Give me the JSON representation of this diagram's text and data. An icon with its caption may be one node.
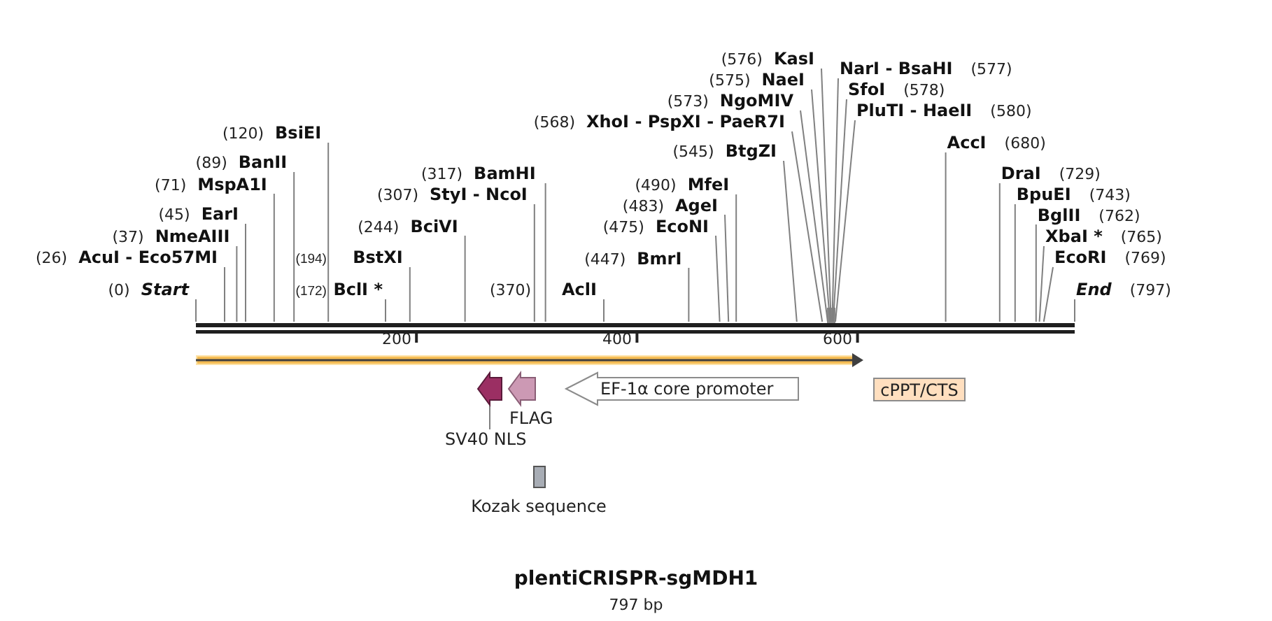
{
  "diagram": {
    "title": "plentiCRISPR-sgMDH1",
    "caption": "797 bp",
    "nodes": [
      {
        "text": [
          "(576)",
          "KasI"
        ]
      },
      {
        "text": [
          "NarI - BsaHI",
          "(577)"
        ]
      },
      {
        "text": [
          "(575)",
          "NaeI"
        ]
      },
      {
        "text": [
          "SfoI",
          "(578)"
        ]
      },
      {
        "text": [
          "(573)",
          "NgoMIV"
        ]
      },
      {
        "text": [
          "PluTI - HaeII",
          "(580)"
        ]
      },
      {
        "text": [
          "(568)",
          "XhoI - PspXI - PaeR7I"
        ]
      },
      {
        "text": [
          "(120)",
          "BsiEI"
        ]
      },
      {
        "text": [
          "AccI",
          "(680)"
        ]
      },
      {
        "text": [
          "(545)",
          "BtgZI"
        ]
      },
      {
        "text": [
          "(89)",
          "BanII"
        ]
      },
      {
        "text": [
          "(317)",
          "BamHI"
        ]
      },
      {
        "text": [
          "DraI",
          "(729)"
        ]
      },
      {
        "text": [
          "(71)",
          "MspA1I"
        ]
      },
      {
        "text": [
          "(490)",
          "MfeI"
        ]
      },
      {
        "text": [
          "(307)",
          "StyI - NcoI"
        ]
      },
      {
        "text": [
          "BpuEI",
          "(743)"
        ]
      },
      {
        "text": [
          "(483)",
          "AgeI"
        ]
      },
      {
        "text": [
          "(45)",
          "EarI"
        ]
      },
      {
        "text": [
          "BglII",
          "(762)"
        ]
      },
      {
        "text": [
          "(244)",
          "BciVI"
        ]
      },
      {
        "text": [
          "(475)",
          "EcoNI"
        ]
      },
      {
        "text": [
          "(37)",
          "NmeAIII"
        ]
      },
      {
        "text": [
          "XbaI *",
          "(765)"
        ]
      },
      {
        "text": [
          "(26)",
          "AcuI - Eco57MI"
        ]
      },
      {
        "text": [
          "(194)",
          "BstXI"
        ]
      },
      {
        "text": [
          "(447)",
          "BmrI"
        ]
      },
      {
        "text": [
          "EcoRI",
          "(769)"
        ]
      },
      {
        "text": [
          "(0)",
          "Start"
        ]
      },
      {
        "text": [
          "(172)",
          "BclI *"
        ]
      },
      {
        "text": [
          "(370)",
          "AclI"
        ]
      },
      {
        "text": [
          "End",
          "(797)"
        ]
      },
      {
        "text": [],
        "shape": "bar"
      },
      {
        "text": [],
        "shape": "arrow"
      },
      {
        "text": [],
        "shape": "arrow"
      },
      {
        "text": [
          "FLAG"
        ]
      },
      {
        "text": [
          "EF-1α core promoter"
        ]
      },
      {
        "text": [
          "cPPT/CTS"
        ]
      },
      {
        "text": [
          "SV40 NLS"
        ]
      },
      {
        "text": [
          "Kozak sequence"
        ]
      }
    ],
    "edges": [
      {
        "from": 0,
        "to": 32,
        "arrow": "none"
      },
      {
        "from": 1,
        "to": 32,
        "arrow": "none"
      },
      {
        "from": 2,
        "to": 32,
        "arrow": "none"
      },
      {
        "from": 3,
        "to": 32,
        "arrow": "none"
      },
      {
        "from": 4,
        "to": 32,
        "arrow": "none"
      },
      {
        "from": 5,
        "to": 32,
        "arrow": "none"
      },
      {
        "from": 6,
        "to": 32,
        "arrow": "none"
      },
      {
        "from": 7,
        "to": 32,
        "arrow": "none"
      },
      {
        "from": 8,
        "to": 32,
        "arrow": "none"
      },
      {
        "from": 9,
        "to": 32,
        "arrow": "none"
      },
      {
        "from": 10,
        "to": 32,
        "arrow": "none"
      },
      {
        "from": 11,
        "to": 32,
        "arrow": "none"
      },
      {
        "from": 12,
        "to": 32,
        "arrow": "none"
      },
      {
        "from": 13,
        "to": 32,
        "arrow": "none"
      },
      {
        "from": 14,
        "to": 32,
        "arrow": "none"
      },
      {
        "from": 15,
        "to": 32,
        "arrow": "none"
      },
      {
        "from": 16,
        "to": 32,
        "arrow": "none"
      },
      {
        "from": 17,
        "to": 32,
        "arrow": "none"
      },
      {
        "from": 18,
        "to": 32,
        "arrow": "none"
      },
      {
        "from": 19,
        "to": 32,
        "arrow": "none"
      },
      {
        "from": 20,
        "to": 32,
        "arrow": "none"
      },
      {
        "from": 21,
        "to": 32,
        "arrow": "none"
      },
      {
        "from": 22,
        "to": 32,
        "arrow": "none"
      },
      {
        "from": 23,
        "to": 32,
        "arrow": "none"
      },
      {
        "from": 24,
        "to": 32,
        "arrow": "none"
      },
      {
        "from": 25,
        "to": 32,
        "arrow": "none"
      },
      {
        "from": 26,
        "to": 32,
        "arrow": "none"
      },
      {
        "from": 27,
        "to": 32,
        "arrow": "none"
      },
      {
        "from": 28,
        "to": 32,
        "arrow": "none"
      },
      {
        "from": 29,
        "to": 32,
        "arrow": "none"
      },
      {
        "from": 30,
        "to": 32,
        "arrow": "none"
      },
      {
        "from": 31,
        "to": 32,
        "arrow": "none"
      },
      {
        "from": 38,
        "to": 34,
        "arrow": "none"
      }
    ],
    "labels": [
      "200",
      "400",
      "600"
    ]
  }
}
